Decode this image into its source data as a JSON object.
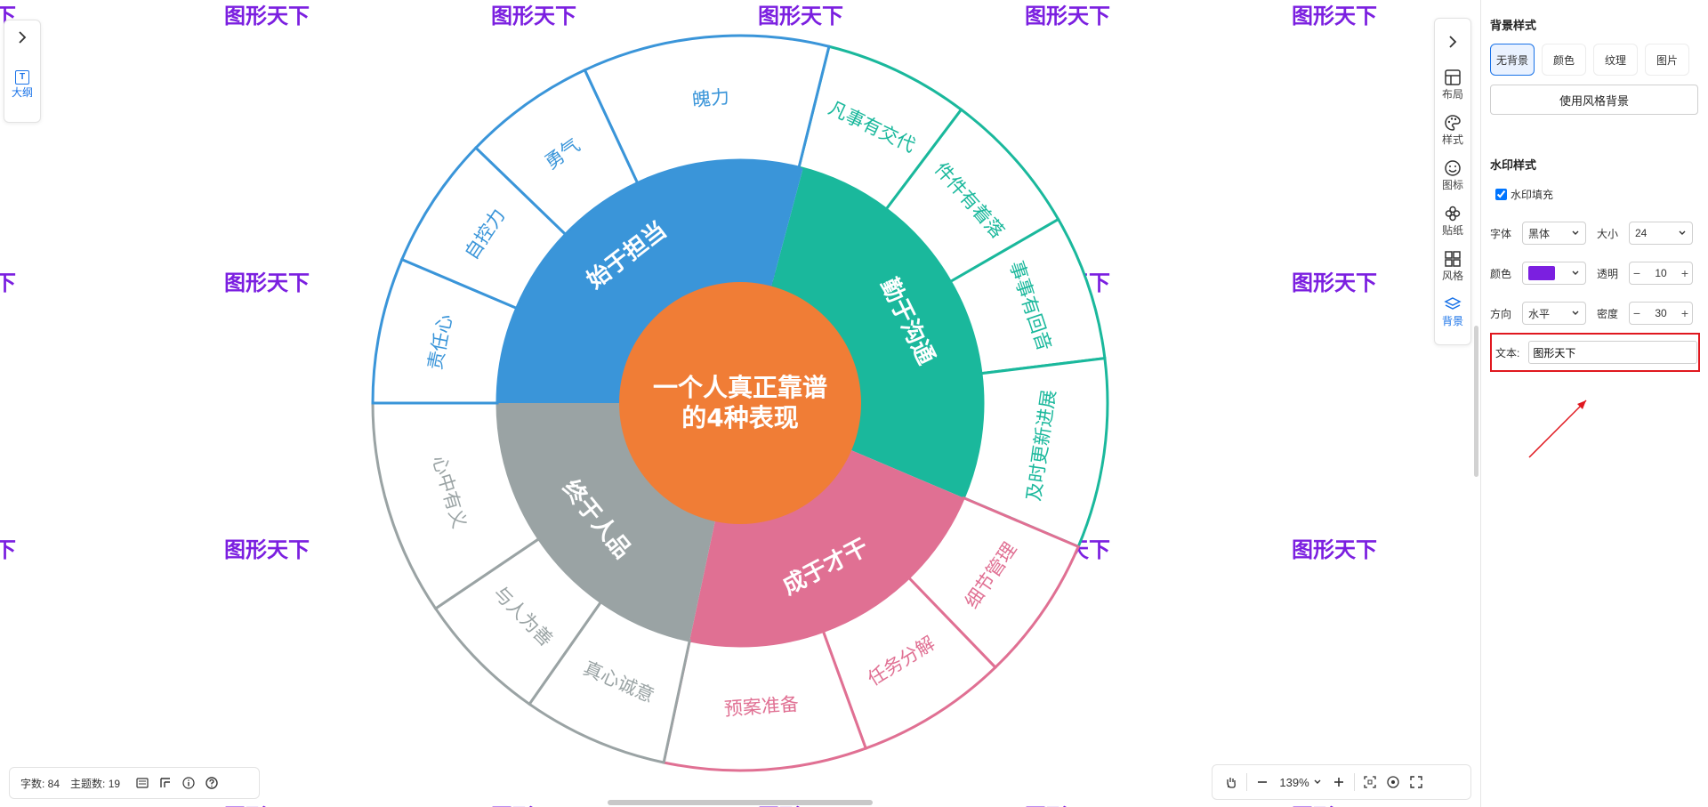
{
  "watermark": {
    "text": "图形天下",
    "color": "#7b1fe0"
  },
  "mindmap": {
    "center": {
      "lines": [
        "一个人真正靠谱",
        "的4种表现"
      ],
      "color": "#f07d36"
    },
    "branches": [
      {
        "label": "勤于沟通",
        "color": "#1ab89c",
        "leaves": [
          "凡事有交代",
          "件件有着落",
          "事事有回音",
          "及时更新进展"
        ]
      },
      {
        "label": "成于才干",
        "color": "#e07093",
        "leaves": [
          "细节管理",
          "任务分解",
          "预案准备"
        ]
      },
      {
        "label": "终于人品",
        "color": "#9aa3a4",
        "leaves": [
          "真心诚意",
          "与人为善",
          "心中有义"
        ]
      },
      {
        "label": "始于担当",
        "color": "#3a95d9",
        "leaves": [
          "责任心",
          "自控力",
          "勇气",
          "魄力"
        ]
      }
    ]
  },
  "left_panel": {
    "outline_label": "大纲",
    "outline_icon": "text-box-icon"
  },
  "right_toolbar": {
    "items": [
      {
        "label": "布局",
        "icon": "layout-icon"
      },
      {
        "label": "样式",
        "icon": "palette-icon"
      },
      {
        "label": "图标",
        "icon": "smiley-icon"
      },
      {
        "label": "贴纸",
        "icon": "flower-icon"
      },
      {
        "label": "风格",
        "icon": "grid-icon"
      },
      {
        "label": "背景",
        "icon": "layers-icon"
      }
    ],
    "active": "背景"
  },
  "status": {
    "word_count": "字数: 84",
    "topic_count": "主题数: 19"
  },
  "zoom": {
    "level": "139%"
  },
  "panel": {
    "bg_title": "背景样式",
    "bg_tabs": [
      "无背景",
      "颜色",
      "纹理",
      "图片"
    ],
    "bg_active": "无背景",
    "style_bg_button": "使用风格背景",
    "wm_title": "水印样式",
    "wm_fill_label": "水印填充",
    "wm_fill_checked": true,
    "font_label": "字体",
    "font_value": "黑体",
    "size_label": "大小",
    "size_value": "24",
    "color_label": "颜色",
    "color_value": "#7b1fe0",
    "opacity_label": "透明",
    "opacity_value": "10",
    "direction_label": "方向",
    "direction_value": "水平",
    "density_label": "密度",
    "density_value": "30",
    "text_label": "文本:",
    "text_value": "图形天下"
  }
}
